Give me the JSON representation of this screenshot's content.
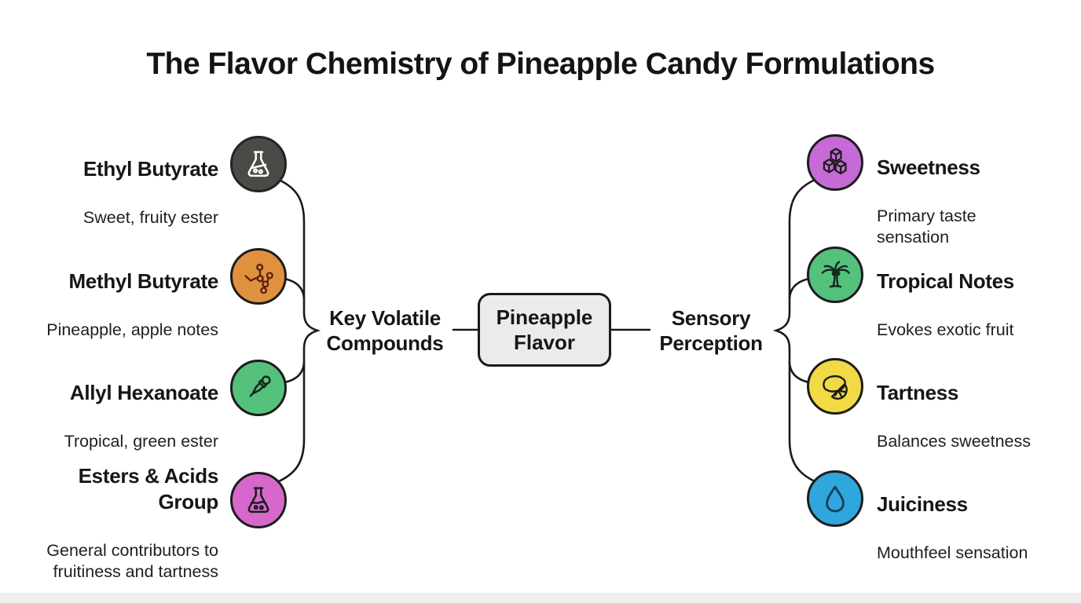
{
  "title": "The Flavor Chemistry of Pineapple Candy Formulations",
  "center": {
    "node_label": "Pineapple\nFlavor",
    "left_branch_label": "Key Volatile\nCompounds",
    "right_branch_label": "Sensory\nPerception"
  },
  "left_branch": {
    "items": [
      {
        "name": "Ethyl Butyrate",
        "description": "Sweet, fruity ester",
        "icon": "flask-icon",
        "color": "#4a4a47",
        "icon_color": "#ffffff"
      },
      {
        "name": "Methyl Butyrate",
        "description": "Pineapple, apple notes",
        "icon": "molecule-icon",
        "color": "#e0913e",
        "icon_color": "#5a2014"
      },
      {
        "name": "Allyl Hexanoate",
        "description": "Tropical, green ester",
        "icon": "dropper-icon",
        "color": "#54c17d",
        "icon_color": "#16281c"
      },
      {
        "name": "Esters & Acids\nGroup",
        "description": "General contributors to\nfruitiness and tartness",
        "icon": "flask-icon",
        "color": "#d768cb",
        "icon_color": "#1c1c1c"
      }
    ]
  },
  "right_branch": {
    "items": [
      {
        "name": "Sweetness",
        "description": "Primary taste\nsensation",
        "icon": "sugar-cubes-icon",
        "color": "#c66ad8",
        "icon_color": "#1c1c1c"
      },
      {
        "name": "Tropical Notes",
        "description": "Evokes exotic fruit",
        "icon": "palm-tree-icon",
        "color": "#54c17d",
        "icon_color": "#16281c"
      },
      {
        "name": "Tartness",
        "description": "Balances sweetness",
        "icon": "lemon-icon",
        "color": "#f2da45",
        "icon_color": "#1c1c1c"
      },
      {
        "name": "Juiciness",
        "description": "Mouthfeel sensation",
        "icon": "droplet-icon",
        "color": "#2fa7dc",
        "icon_color": "#16405c"
      }
    ]
  },
  "colors": {
    "connector_line": "#1a1a1a",
    "center_node_fill": "#ebebeb",
    "title_text": "#141414"
  }
}
